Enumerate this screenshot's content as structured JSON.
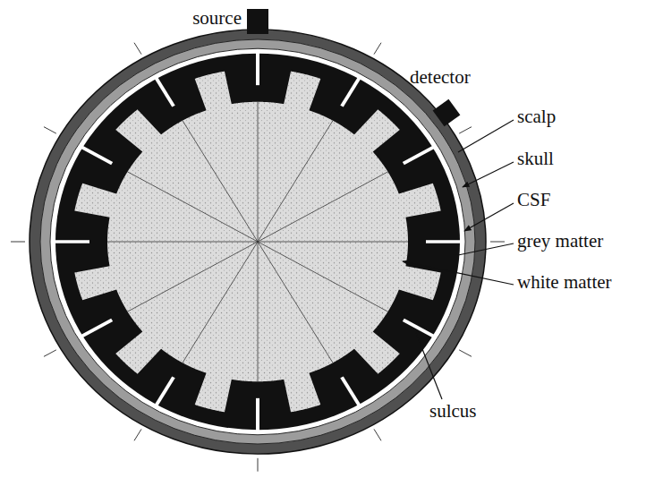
{
  "diagram": {
    "nodes": [
      {
        "text": [
          "source"
        ]
      },
      {
        "text": [
          "detector"
        ]
      }
    ],
    "labels": [
      "scalp",
      "skull",
      "CSF",
      "grey matter",
      "white matter",
      "sulcus"
    ]
  }
}
